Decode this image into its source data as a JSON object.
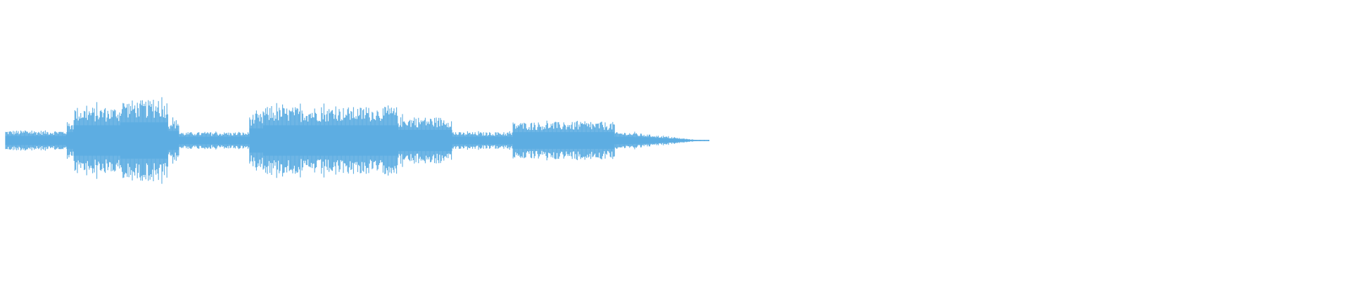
{
  "waveform": {
    "color": "#5dade2",
    "background": "#ffffff",
    "duration_fraction_filled": 0.52,
    "segments": [
      {
        "start": 0.0,
        "end": 0.045,
        "amplitude": 0.12
      },
      {
        "start": 0.045,
        "end": 0.05,
        "amplitude": 0.22
      },
      {
        "start": 0.05,
        "end": 0.085,
        "amplitude": 0.4
      },
      {
        "start": 0.085,
        "end": 0.12,
        "amplitude": 0.48
      },
      {
        "start": 0.12,
        "end": 0.128,
        "amplitude": 0.25
      },
      {
        "start": 0.128,
        "end": 0.18,
        "amplitude": 0.1
      },
      {
        "start": 0.18,
        "end": 0.19,
        "amplitude": 0.32
      },
      {
        "start": 0.19,
        "end": 0.29,
        "amplitude": 0.4
      },
      {
        "start": 0.29,
        "end": 0.33,
        "amplitude": 0.28
      },
      {
        "start": 0.33,
        "end": 0.375,
        "amplitude": 0.1
      },
      {
        "start": 0.375,
        "end": 0.45,
        "amplitude": 0.22
      },
      {
        "start": 0.45,
        "end": 0.515,
        "amplitude": 0.1
      },
      {
        "start": 0.515,
        "end": 0.518,
        "amplitude": 0.0
      }
    ]
  }
}
